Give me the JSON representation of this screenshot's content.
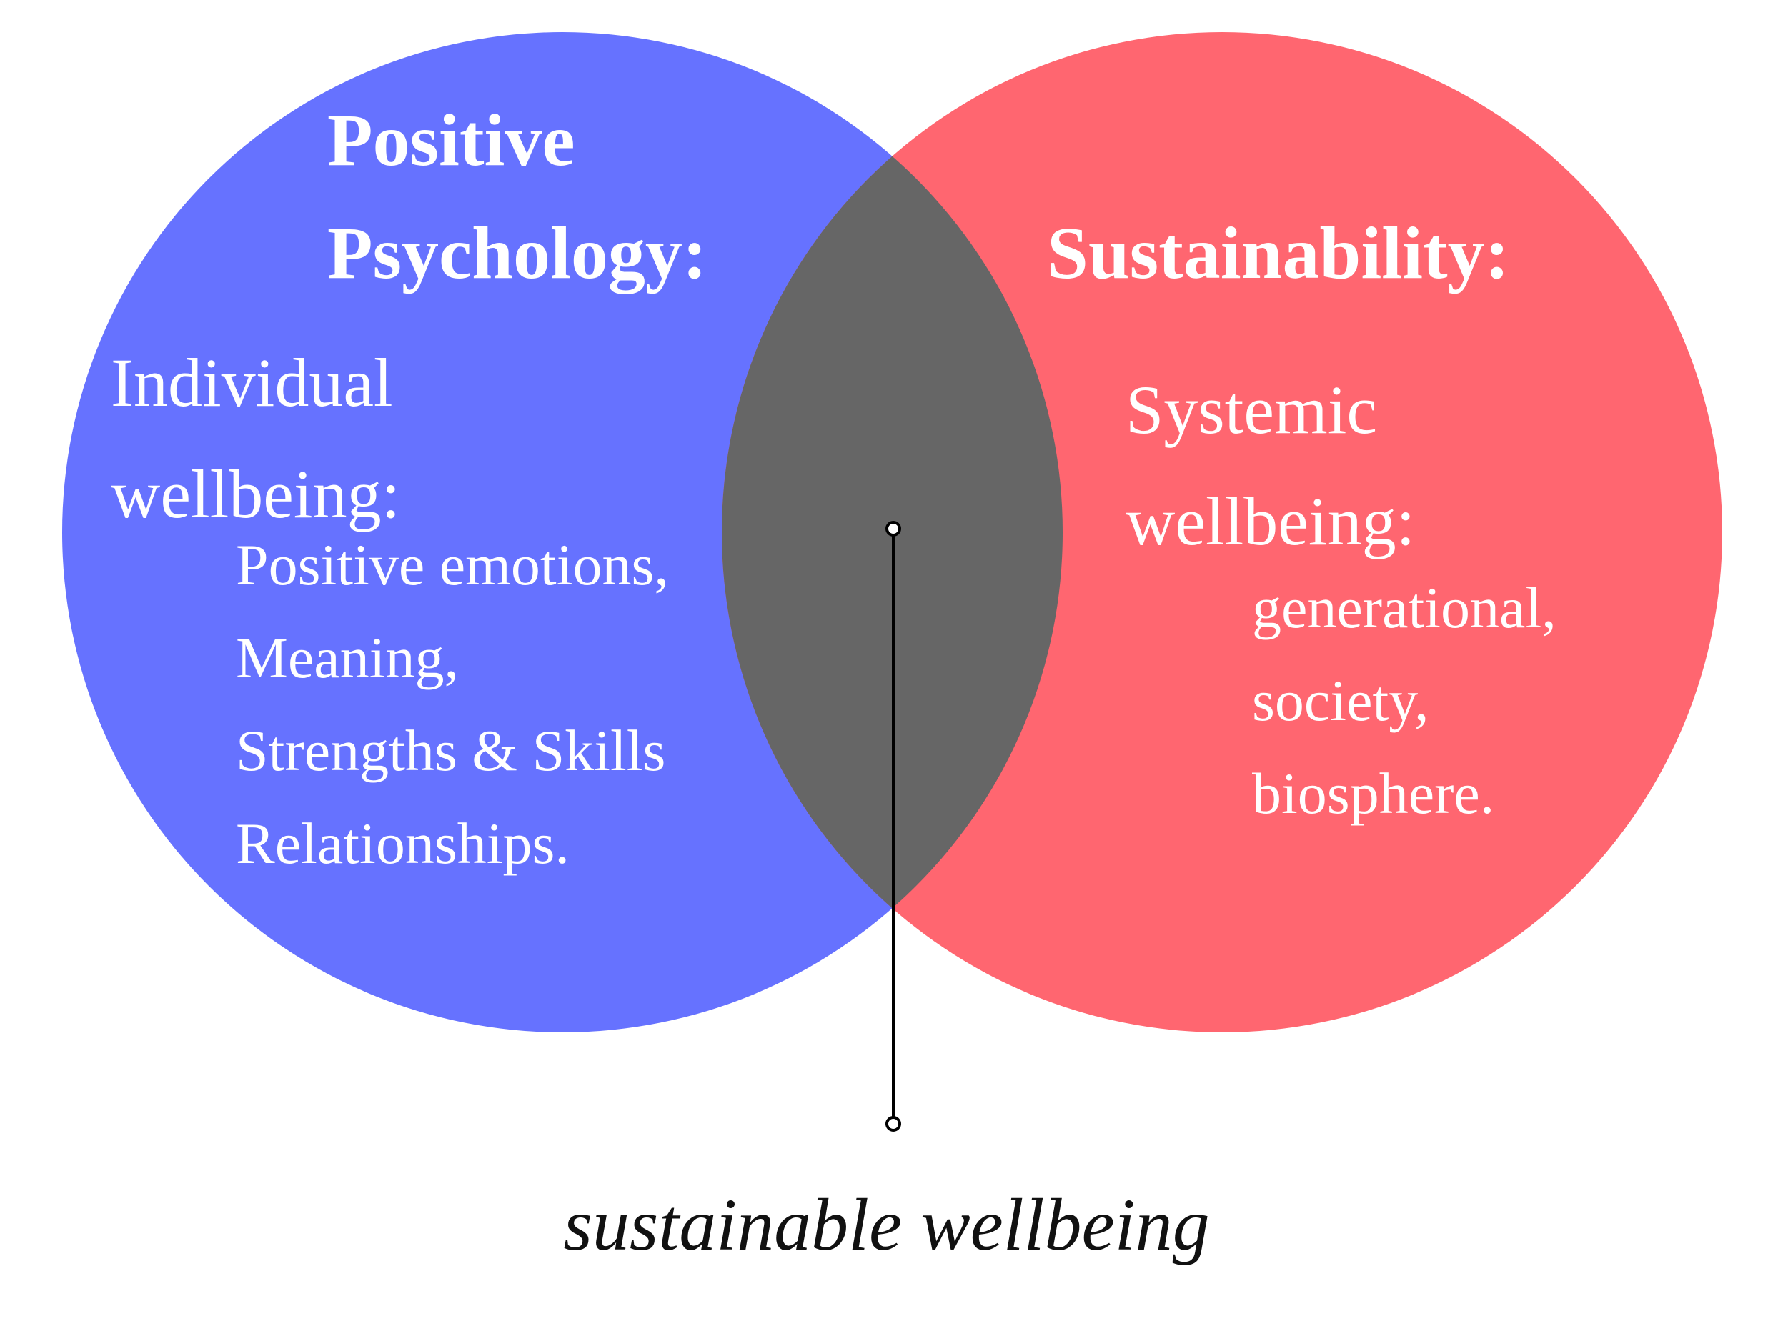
{
  "left_circle": {
    "title_lines": [
      "Positive",
      "Psychology:"
    ],
    "subtitle_lines": [
      "Individual",
      "wellbeing:"
    ],
    "items": [
      "Positive emotions,",
      "Meaning,",
      "Strengths & Skills",
      "Relationships."
    ],
    "color": "#6672ff"
  },
  "right_circle": {
    "title_lines": [
      "Sustainability:"
    ],
    "subtitle_lines": [
      "Systemic",
      "wellbeing:"
    ],
    "items": [
      "generational,",
      "society,",
      "biosphere."
    ],
    "color": "#ff6670"
  },
  "overlap": {
    "color": "#666666"
  },
  "caption": "sustainable wellbeing"
}
